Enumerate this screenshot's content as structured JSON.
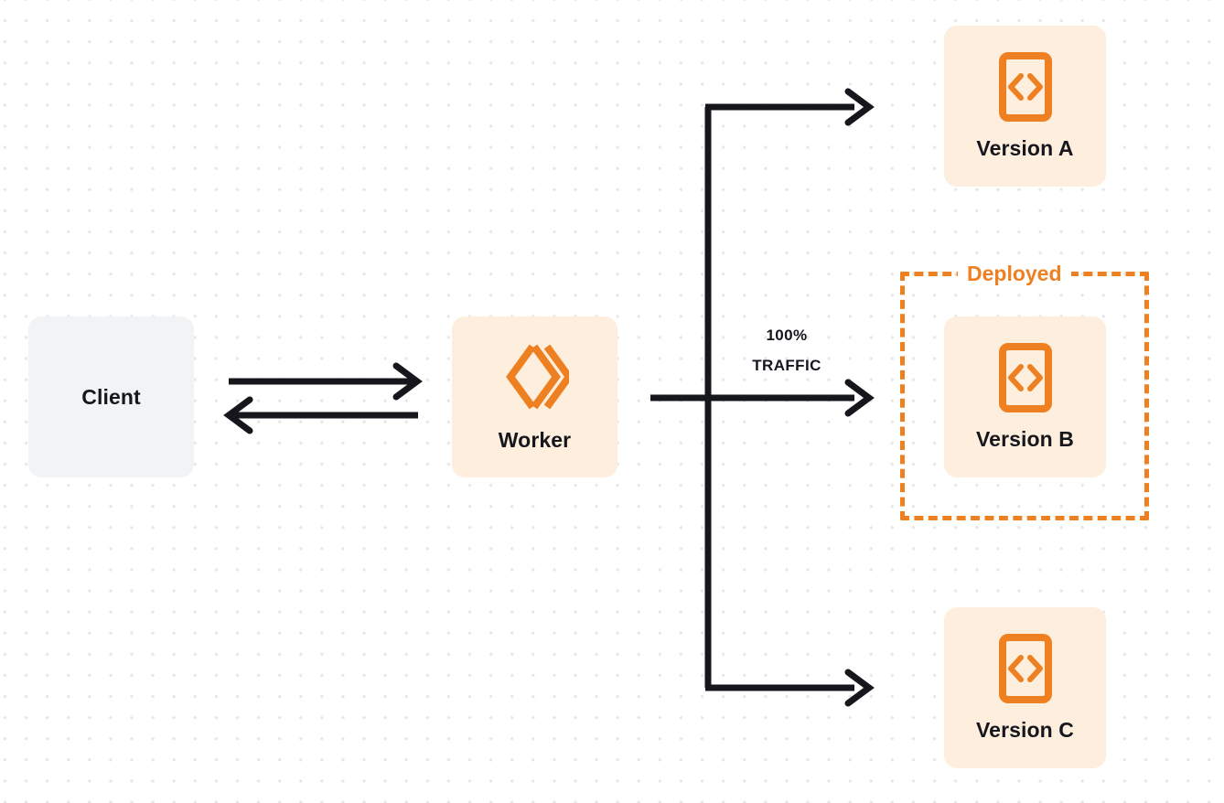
{
  "diagram": {
    "title": "Worker version traffic routing",
    "background": {
      "color": "#ffffff",
      "dot_color": "#e7e7e7",
      "dot_spacing": 23
    },
    "colors": {
      "accent_orange": "#ef8022",
      "card_orange_bg": "#fdeedd",
      "card_gray_bg": "#f2f3f5",
      "line_dark": "#16161d",
      "text_dark": "#16161d"
    }
  },
  "nodes": {
    "client": {
      "label": "Client",
      "icon": "none"
    },
    "worker": {
      "label": "Worker",
      "icon": "cloudflare-workers-logo"
    },
    "version_a": {
      "label": "Version A",
      "icon": "code-brackets-icon"
    },
    "version_b": {
      "label": "Version B",
      "icon": "code-brackets-icon"
    },
    "version_c": {
      "label": "Version C",
      "icon": "code-brackets-icon"
    }
  },
  "groups": {
    "deployed": {
      "label": "Deployed",
      "contains": "version_b",
      "border_style": "dashed",
      "border_color": "#ef8022"
    }
  },
  "edges": {
    "client_to_worker": {
      "label": "",
      "direction": "right"
    },
    "worker_to_client": {
      "label": "",
      "direction": "left"
    },
    "worker_to_version_b": {
      "label_line1": "100%",
      "label_line2": "TRAFFIC",
      "direction": "right"
    },
    "branch_to_version_a": {
      "label": "",
      "direction": "right"
    },
    "branch_to_version_c": {
      "label": "",
      "direction": "right"
    }
  },
  "traffic": {
    "percent_label": "100%",
    "traffic_word": "TRAFFIC",
    "value": 100,
    "target": "Version B"
  }
}
